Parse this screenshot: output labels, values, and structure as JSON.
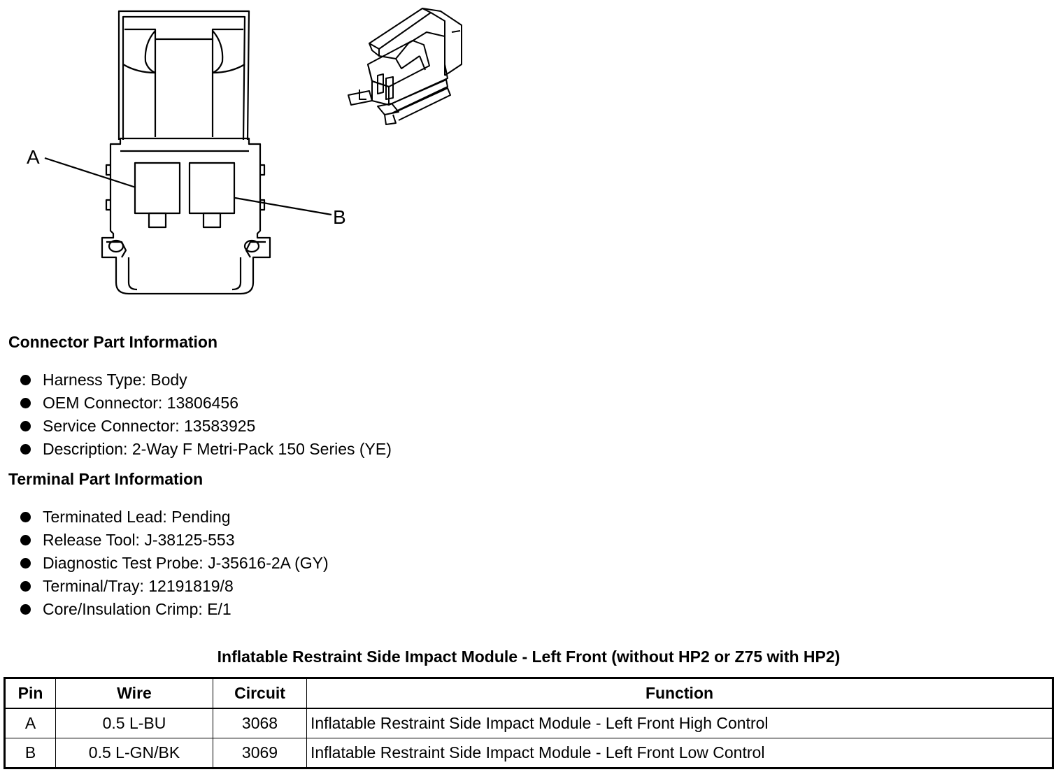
{
  "diagram": {
    "pin_labels": [
      "A",
      "B"
    ]
  },
  "connector_info": {
    "heading": "Connector Part Information",
    "items": [
      "Harness Type: Body",
      "OEM Connector: 13806456",
      "Service Connector: 13583925",
      "Description: 2-Way F Metri-Pack 150 Series (YE)"
    ]
  },
  "terminal_info": {
    "heading": "Terminal Part Information",
    "items": [
      "Terminated Lead: Pending",
      "Release Tool: J-38125-553",
      "Diagnostic Test Probe: J-35616-2A (GY)",
      "Terminal/Tray: 12191819/8",
      "Core/Insulation Crimp: E/1"
    ]
  },
  "pin_table": {
    "title": "Inflatable Restraint Side Impact Module - Left Front (without HP2 or Z75 with HP2)",
    "headers": [
      "Pin",
      "Wire",
      "Circuit",
      "Function"
    ],
    "rows": [
      [
        "A",
        "0.5 L-BU",
        "3068",
        "Inflatable Restraint Side Impact Module - Left Front High Control"
      ],
      [
        "B",
        "0.5 L-GN/BK",
        "3069",
        "Inflatable Restraint Side Impact Module - Left Front Low Control"
      ]
    ]
  }
}
